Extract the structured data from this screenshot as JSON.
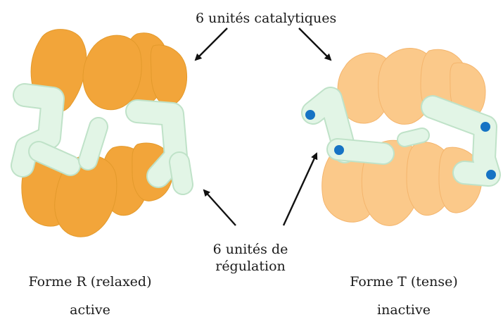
{
  "labels": {
    "catalytic_units": "6 unités catalytiques",
    "regulation_line1": "6 unités de",
    "regulation_line2": "régulation"
  },
  "forms": {
    "r": {
      "name": "Forme R (relaxed)",
      "state": "active"
    },
    "t": {
      "name": "Forme T (tense)",
      "state": "inactive"
    }
  },
  "colors": {
    "catalytic_active": "#f2a53a",
    "catalytic_active_dark": "#e08d1a",
    "catalytic_inactive": "#fbc98a",
    "catalytic_inactive_dark": "#f4b56d",
    "regulatory_fill": "#e2f5e6",
    "regulatory_stroke": "#bfe2c8",
    "binding_site": "#1673c4",
    "arrow": "#111111"
  }
}
